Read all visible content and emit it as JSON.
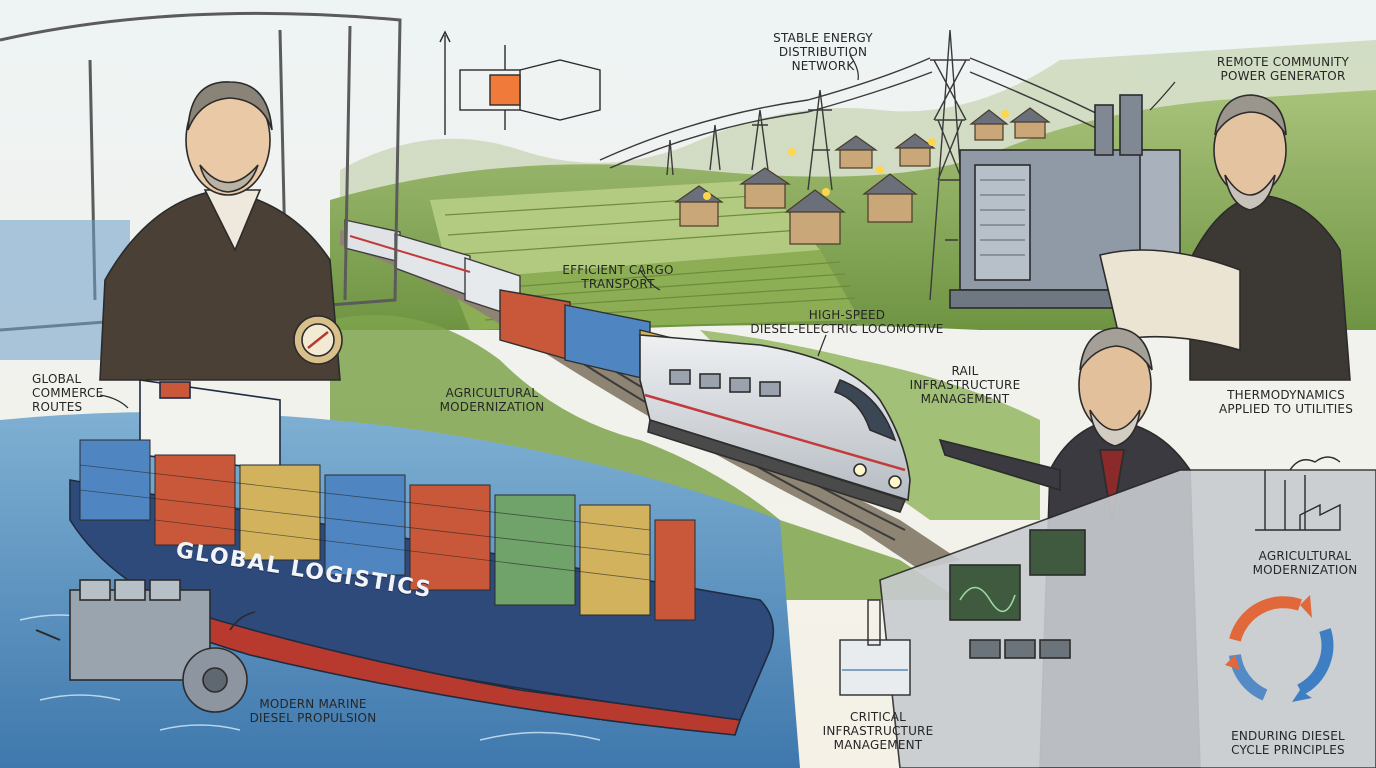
{
  "labels": {
    "stable_energy": "STABLE ENERGY\nDISTRIBUTION NETWORK",
    "remote_power": "REMOTE COMMUNITY\nPOWER GENERATOR",
    "efficient_cargo": "EFFICIENT CARGO\nTRANSPORT",
    "high_speed": "HIGH-SPEED\nDIESEL-ELECTRIC LOCOMOTIVE",
    "global_commerce": "GLOBAL\nCOMMERCE\nROUTES",
    "agri_modern_1": "AGRICULTURAL\nMODERNIZATION",
    "rail_infra": "RAIL\nINFRASTRUCTURE\nMANAGEMENT",
    "thermodynamics": "THERMODYNAMICS\nAPPLIED TO UTILITIES",
    "agri_modern_2": "AGRICULTURAL\nMODERNIZATION",
    "modern_marine": "MODERN MARINE\nDIESEL PROPULSION",
    "critical_infra": "CRITICAL\nINFRASTRUCTURE\nMANAGEMENT",
    "enduring_diesel": "ENDURING DIESEL\nCYCLE PRINCIPLES"
  },
  "ship_hull_text": "GLOBAL LOGISTICS",
  "icons": [
    "compass-icon",
    "cycle-arrows-icon",
    "factory-icon",
    "engine-icon",
    "generator-icon",
    "transmission-tower-icon"
  ],
  "colors": {
    "paper": "#f4efe4",
    "hull": "#2e4a7a",
    "hull_bottom": "#b8392e",
    "locomotive": "#d9dde2",
    "cycle_orange": "#e0683a",
    "cycle_blue": "#3e7fc4",
    "field_green": "#7da24a",
    "sea": "#4f86b8"
  }
}
